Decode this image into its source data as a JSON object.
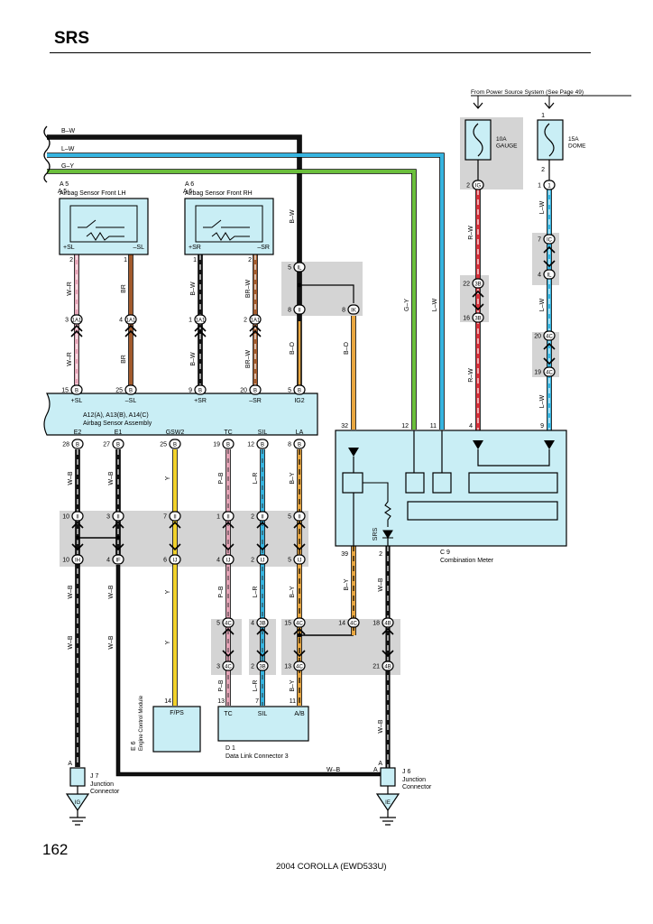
{
  "header": {
    "title": "SRS"
  },
  "footer": {
    "page_number": "162",
    "model": "2004 COROLLA (EWD533U)"
  },
  "colors": {
    "black": "#111111",
    "blue_l": "#36b4e0",
    "green_g": "#6bbf3c",
    "yellow_y": "#f2d22a",
    "brown_br": "#a25a2c",
    "red_r": "#d8303a",
    "pink_p": "#e5a6b8",
    "orange_o": "#e8a640",
    "grey_shade": "#d4d4d4",
    "component_fill": "#c9eef5"
  },
  "harness": {
    "wire_bw": "B–W",
    "wire_lw": "L–W",
    "wire_gy": "G–Y"
  },
  "power": {
    "source_note": "From Power Source System (See Page 49)",
    "fuse_gauge_label": "10A\nGAUGE",
    "fuse_dome_label": "15A\nDOME",
    "pin_one": "1",
    "pin_two": "2",
    "pin_ig": "IG",
    "pin_1": "1"
  },
  "sensor_lh": {
    "id": "A 5",
    "name": "Airbag Sensor Front LH",
    "term_pos": "+SL",
    "term_neg": "–SL",
    "pin_a": "2",
    "pin_b": "1"
  },
  "sensor_rh": {
    "id": "A 6",
    "name": "Airbag Sensor Front RH",
    "term_pos": "+SR",
    "term_neg": "–SR",
    "pin_a": "1",
    "pin_b": "2"
  },
  "wires_upper": {
    "w1": "W–R",
    "w2": "BR",
    "w3": "B–W",
    "w4": "BR–W",
    "w1b": "W–R",
    "w2b": "BR",
    "w3b": "B–W",
    "w4b": "BR–W",
    "conn_a": "1A1",
    "pin_3": "3",
    "pin_4": "4",
    "pin_1": "1",
    "pin_2": "2"
  },
  "il_junction": {
    "pin5": "5",
    "pin8a": "8",
    "pin8b": "8",
    "c_il": "IL",
    "c_ii": "II",
    "c_ik": "IK",
    "wire_bo1": "B–O",
    "wire_bo2": "B–O",
    "wire_bw": "B–W"
  },
  "ecu": {
    "id": "A12(A), A13(B), A14(C)",
    "name": "Airbag Sensor Assembly",
    "top_terms": [
      "+SL",
      "–SL",
      "+SR",
      "–SR",
      "IG2"
    ],
    "top_pins": [
      "15",
      "25",
      "9",
      "20",
      "5"
    ],
    "top_conns": [
      "B",
      "B",
      "B",
      "B",
      "B"
    ],
    "bottom_terms": [
      "E2",
      "E1",
      "GSW2",
      "TC",
      "SIL",
      "LA"
    ],
    "bottom_pins": [
      "28",
      "27",
      "25",
      "19",
      "12",
      "8"
    ],
    "bottom_conns": [
      "B",
      "B",
      "B",
      "B",
      "B",
      "B"
    ]
  },
  "lower_wires": {
    "labels": [
      "W–B",
      "W–B",
      "Y",
      "P–B",
      "L–R",
      "B–Y"
    ],
    "j_top_pins": [
      "10",
      "3",
      "7",
      "1",
      "2",
      "5"
    ],
    "j_bot_pins": [
      "10",
      "4",
      "6",
      "4",
      "2",
      "5"
    ],
    "j_top_conns": [
      "II",
      "II",
      "II",
      "II",
      "II",
      "II"
    ],
    "j_bot_conns": [
      "IH",
      "IF",
      "IJ",
      "IJ",
      "IJ",
      "IJ"
    ],
    "labels2": [
      "W–B",
      "W–B",
      "Y",
      "P–B",
      "L–R",
      "B–Y"
    ]
  },
  "combo_meter": {
    "id": "C 9",
    "name": "Combination Meter",
    "pins_top": [
      "32",
      "12",
      "11",
      "4",
      "9"
    ],
    "pins_bottom": [
      "39",
      "2"
    ],
    "srs_label": "SRS",
    "wire_by": "B–Y",
    "wire_wb": "W–B"
  },
  "right_wires": {
    "rw": "R–W",
    "rw2": "R–W",
    "lw": [
      "L–W",
      "L–W",
      "L–W",
      "L–W"
    ],
    "pins_gauge": [
      "22",
      "16"
    ],
    "conns_gauge": [
      "3B",
      "3B"
    ],
    "pins_dome": [
      "7",
      "4",
      "20",
      "19"
    ],
    "conns_dome": [
      "IC",
      "IL",
      "4C",
      "4C"
    ],
    "gy": "G–Y",
    "lw_main": "L–W"
  },
  "lower_junctions": {
    "tops": [
      "5",
      "4",
      "15",
      "14",
      "18"
    ],
    "bots": [
      "3",
      "2",
      "13",
      "",
      "21"
    ],
    "conns_top": [
      "4C",
      "3B",
      "4C",
      "4C",
      "4B"
    ],
    "conns_bot": [
      "4C",
      "3B",
      "4C",
      "",
      "4B"
    ],
    "wires": [
      "P–B",
      "L–R",
      "B–Y",
      "W–B"
    ]
  },
  "ecm": {
    "id": "E 6",
    "name": "Engine Control Module",
    "term": "F/PS",
    "pin": "14"
  },
  "dlc": {
    "id": "D 1",
    "name": "Data Link Connector 3",
    "terms": [
      "TC",
      "SIL",
      "A/B"
    ],
    "pins": [
      "13",
      "7",
      "11"
    ]
  },
  "j7": {
    "id": "J 7",
    "name": "Junction\nConnector",
    "ground": "IG",
    "pin": "A"
  },
  "j6": {
    "id": "J 6",
    "name": "Junction\nConnector",
    "ground": "IE",
    "pin_a": "A",
    "pin_a2": "A",
    "wire": "W–B"
  }
}
